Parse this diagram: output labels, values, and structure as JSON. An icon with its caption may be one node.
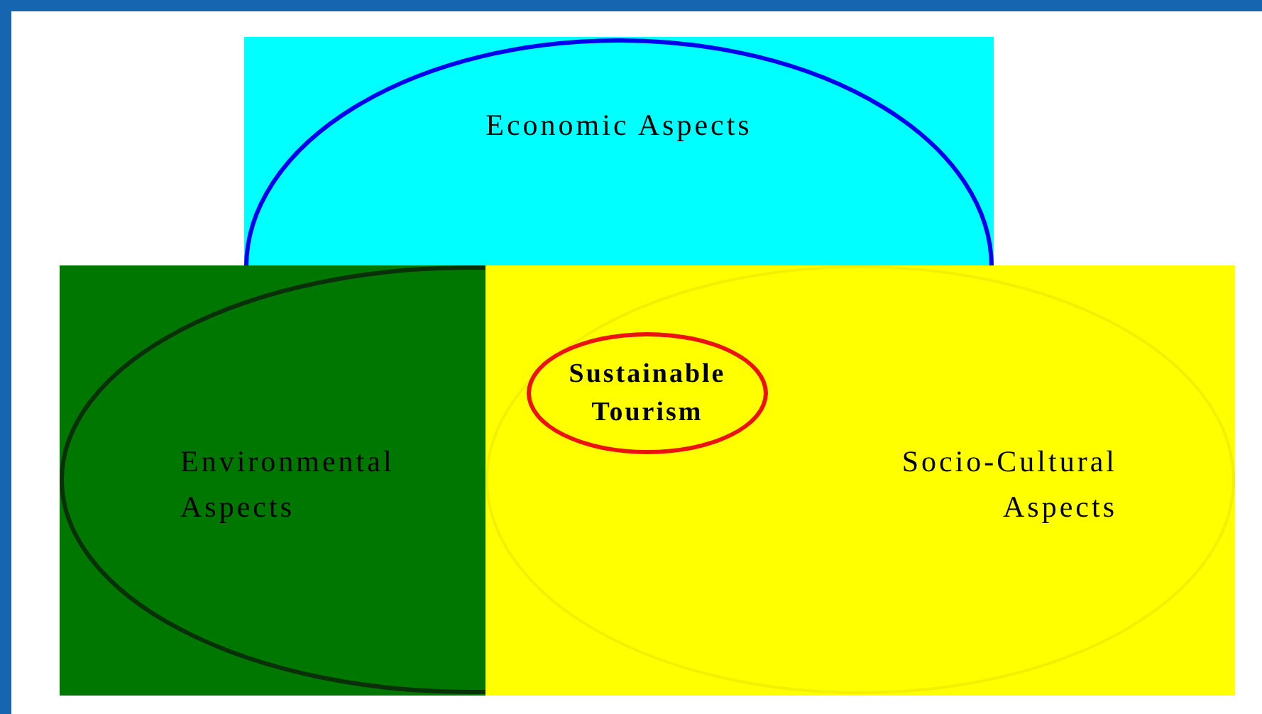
{
  "diagram": {
    "nodes": [
      {
        "text": [
          "Economic Aspects"
        ]
      },
      {
        "text": [
          "Environmental Aspects"
        ]
      },
      {
        "text": [
          "Socio-Cultural Aspects"
        ]
      },
      {
        "text": [
          "Sustainable Tourism"
        ]
      }
    ]
  }
}
